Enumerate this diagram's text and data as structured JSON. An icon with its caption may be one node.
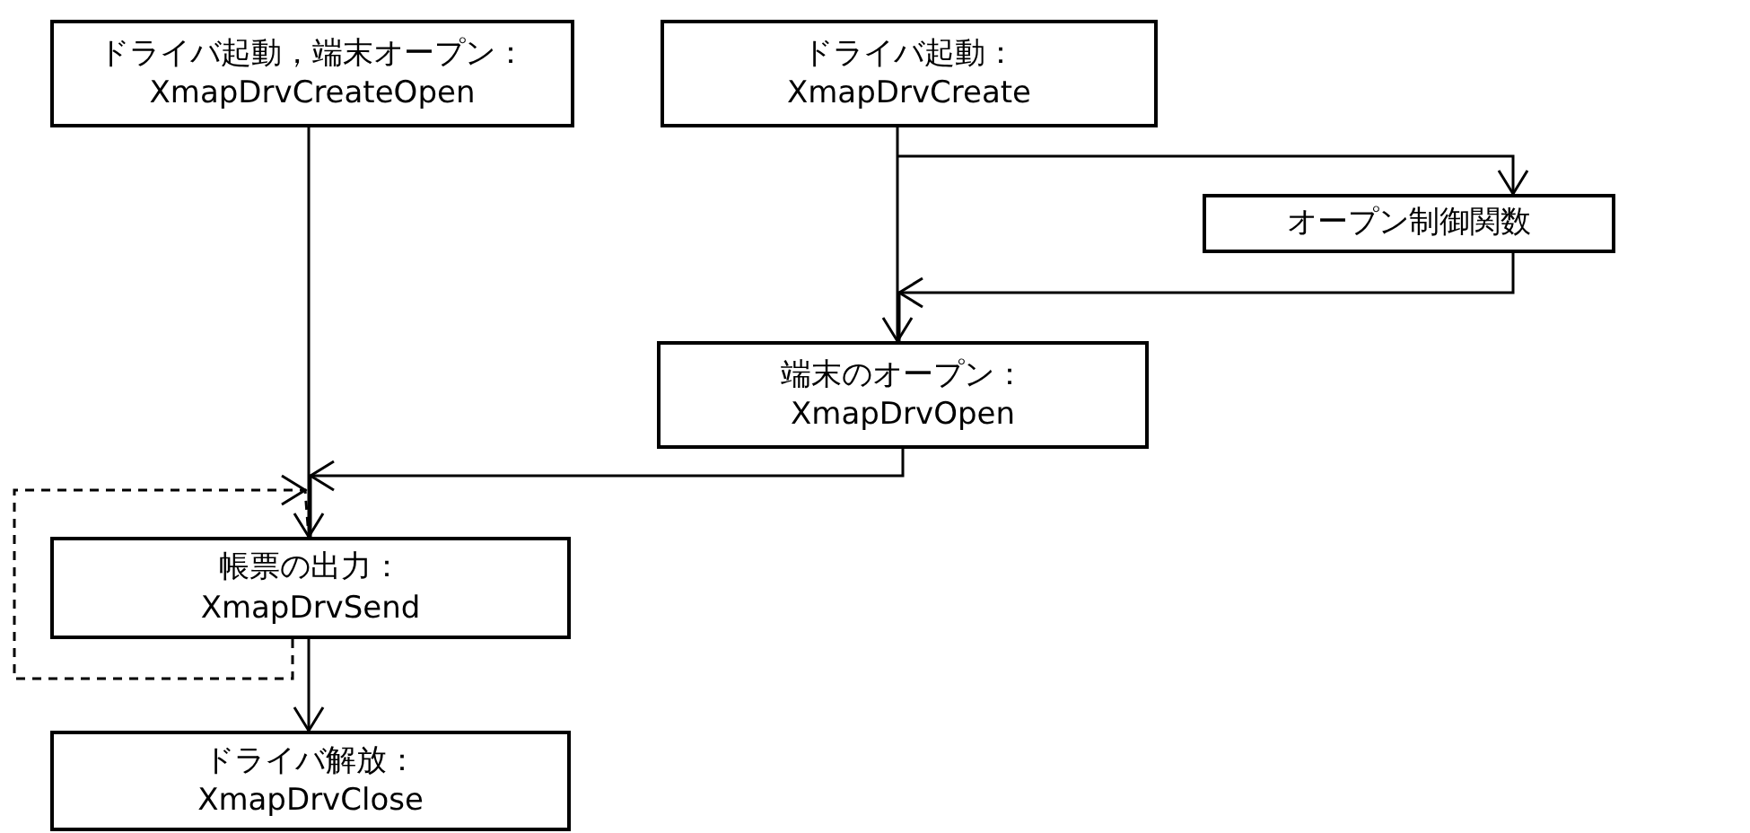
{
  "diagram": {
    "nodes": [
      {
        "text": [
          "ドライバ起動，端末オープン：XmapDrvCreateOpen"
        ]
      },
      {
        "text": [
          "ドライバ起動：XmapDrvCreate"
        ]
      },
      {
        "text": [
          "オープン制御関数"
        ]
      },
      {
        "text": [
          "端末のオープン：XmapDrvOpen"
        ]
      },
      {
        "text": [
          "帳票の出力：XmapDrvSend"
        ]
      },
      {
        "text": [
          "ドライバ解放：XmapDrvClose"
        ]
      }
    ],
    "edges": [
      {
        "from": 0,
        "to": 4,
        "arrow": "to"
      },
      {
        "from": 1,
        "to": 3,
        "arrow": "to"
      },
      {
        "from": 1,
        "to": 2,
        "arrow": "to"
      },
      {
        "from": 2,
        "to": 3,
        "arrow": "to"
      },
      {
        "from": 3,
        "to": 4,
        "arrow": "to"
      },
      {
        "from": 4,
        "to": 4,
        "arrow": "to",
        "style": "dashed"
      },
      {
        "from": 4,
        "to": 5,
        "arrow": "to"
      }
    ]
  }
}
